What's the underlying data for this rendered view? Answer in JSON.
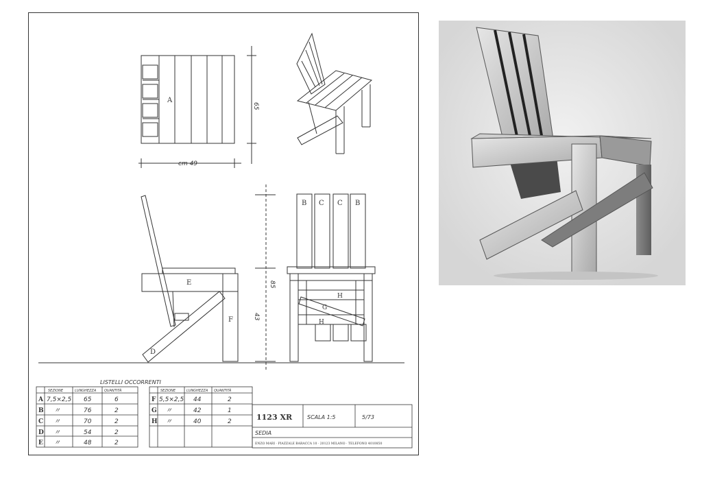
{
  "drawing": {
    "dim_width": "cm 49",
    "dim_depth": "65",
    "dim_height": "85",
    "dim_seat": "43",
    "parts_top": {
      "A": "A"
    },
    "parts_side": {
      "E": "E",
      "F": "F",
      "D": "D"
    },
    "parts_front": {
      "B1": "B",
      "C1": "C",
      "C2": "C",
      "B2": "B",
      "H1": "H",
      "G": "G",
      "H2": "H"
    }
  },
  "table": {
    "title": "LISTELLI OCCORRENTI",
    "headers": [
      "SEZIONE",
      "LUNGHEZZA",
      "QUANTITÀ"
    ],
    "left_rows": [
      {
        "letter": "A",
        "section": "7,5×2,5",
        "length": "65",
        "qty": "6"
      },
      {
        "letter": "B",
        "section": "〃",
        "length": "76",
        "qty": "2"
      },
      {
        "letter": "C",
        "section": "〃",
        "length": "70",
        "qty": "2"
      },
      {
        "letter": "D",
        "section": "〃",
        "length": "54",
        "qty": "2"
      },
      {
        "letter": "E",
        "section": "〃",
        "length": "48",
        "qty": "2"
      }
    ],
    "right_rows": [
      {
        "letter": "F",
        "section": "5,5×2,5",
        "length": "44",
        "qty": "2"
      },
      {
        "letter": "G",
        "section": "〃",
        "length": "42",
        "qty": "1"
      },
      {
        "letter": "H",
        "section": "〃",
        "length": "40",
        "qty": "2"
      }
    ]
  },
  "title_block": {
    "code": "1123 XR",
    "scale": "SCALA 1:5",
    "date": "5/73",
    "name": "SEDIA",
    "footer": "ENZO MARI · PIAZZALE BARACCA 10 · 20123 MILANO · TELEFONO 4010850"
  }
}
